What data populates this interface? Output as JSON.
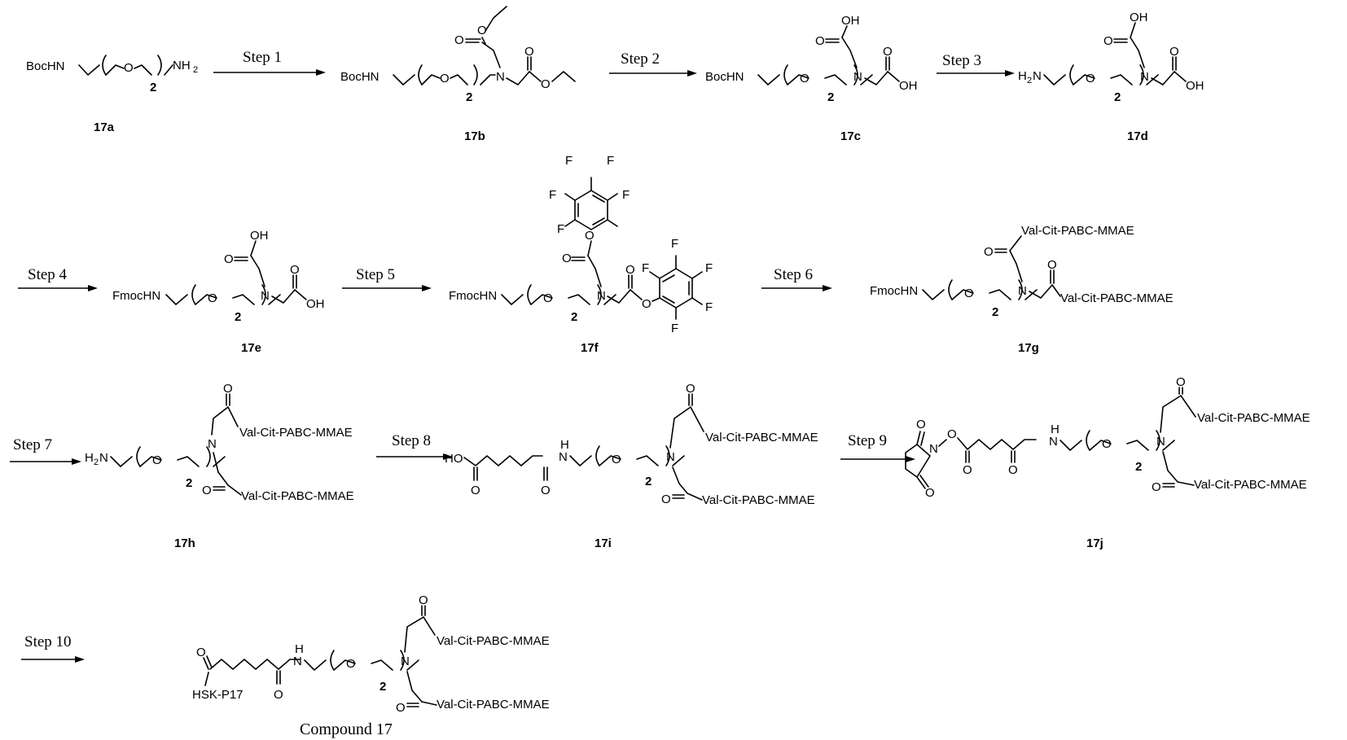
{
  "steps": [
    "Step 1",
    "Step 2",
    "Step 3",
    "Step 4",
    "Step 5",
    "Step 6",
    "Step 7",
    "Step 8",
    "Step 9",
    "Step 10"
  ],
  "compounds": {
    "c17a": "17a",
    "c17b": "17b",
    "c17c": "17c",
    "c17d": "17d",
    "c17e": "17e",
    "c17f": "17f",
    "c17g": "17g",
    "c17h": "17h",
    "c17i": "17i",
    "c17j": "17j",
    "final": "Compound 17"
  },
  "groups": {
    "boc": "BocHN",
    "fmoc": "FmocHN",
    "nh2": "NH",
    "h2n": "H",
    "h2n_tail": "N",
    "payload": "Val-Cit-PABC-MMAE",
    "conjugate": "HSK-P17",
    "acid": "HO"
  },
  "atoms": {
    "O": "O",
    "N": "N",
    "F": "F",
    "OH": "OH",
    "H": "H"
  },
  "peg_repeat": "2",
  "subscript_two": "2"
}
